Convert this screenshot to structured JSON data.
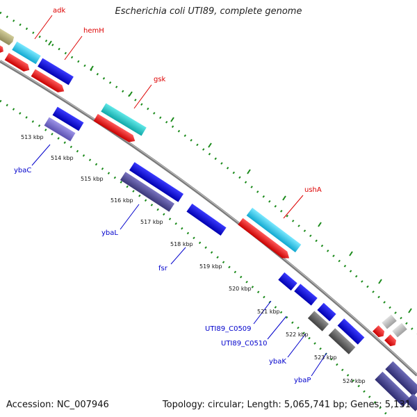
{
  "title": "Escherichia coli UTI89, complete genome",
  "footer": {
    "accession": "Accession: NC_007946",
    "summary": "Topology: circular; Length: 5,065,741 bp; Genes: 5,131"
  },
  "colors": {
    "backbone": "#8a8a8a",
    "dotted_track": "#1a8a1a",
    "label_top": "#dd0000",
    "label_bottom": "#0000cc",
    "cds_forward": "#ff0000",
    "gene_blue": "#0000dd",
    "cyan": "#22ccee",
    "teal": "#22cccc",
    "slate": "#55509a",
    "light_slate": "#7a6fd0",
    "olive": "#b5b07a",
    "gray": "#666666",
    "light_gray": "#c0c0c0",
    "navy": "#4a4890"
  },
  "scale_ticks": [
    "513 kbp",
    "514 kbp",
    "515 kbp",
    "516 kbp",
    "517 kbp",
    "518 kbp",
    "519 kbp",
    "520 kbp",
    "521 kbp",
    "522 kbp",
    "523 kbp",
    "524 kbp"
  ],
  "top_labels": [
    "adk",
    "hemH",
    "gsk",
    "ushA"
  ],
  "bottom_labels": [
    "ybaC",
    "ybaL",
    "fsr",
    "UTI89_C0509",
    "UTI89_C0510",
    "ybaK",
    "ybaP"
  ]
}
